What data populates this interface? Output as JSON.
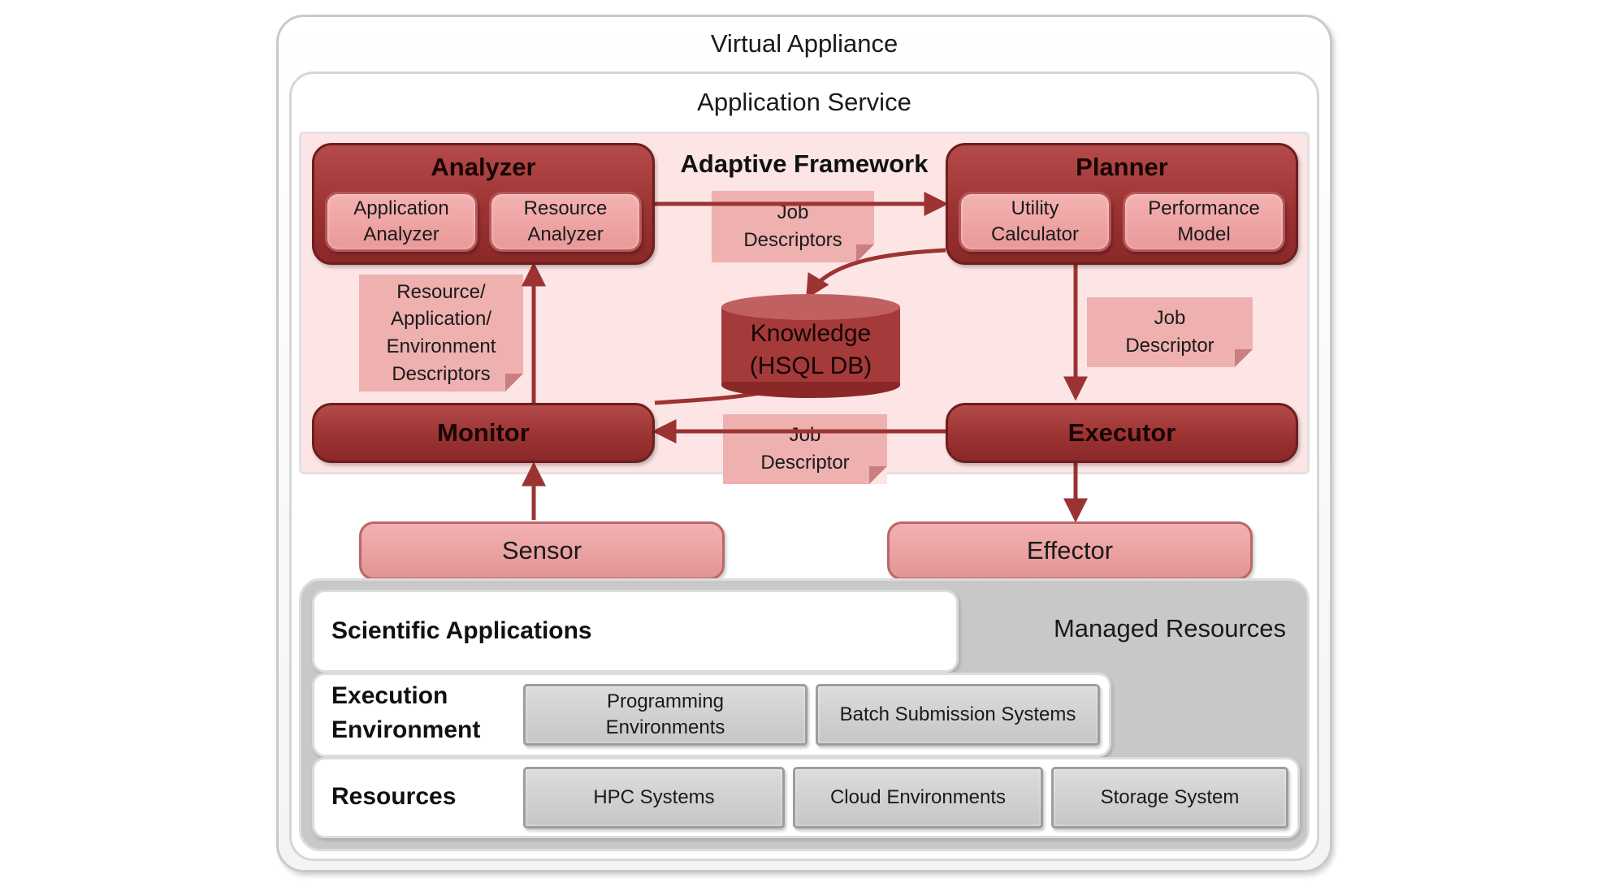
{
  "virtual_appliance": {
    "title": "Virtual Appliance"
  },
  "application_service": {
    "title": "Application Service"
  },
  "adaptive_framework": {
    "title": "Adaptive Framework",
    "analyzer": {
      "title": "Analyzer",
      "subs": [
        "Application Analyzer",
        "Resource Analyzer"
      ]
    },
    "planner": {
      "title": "Planner",
      "subs": [
        "Utility Calculator",
        "Performance Model"
      ]
    },
    "monitor": {
      "title": "Monitor"
    },
    "executor": {
      "title": "Executor"
    },
    "knowledge": {
      "line1": "Knowledge",
      "line2": "(HSQL DB)"
    },
    "notes": {
      "job_descriptors_top": "Job Descriptors",
      "job_descriptor_right": "Job Descriptor",
      "job_descriptor_bottom": "Job Descriptor",
      "resource_descriptors": "Resource/ Application/ Environment Descriptors"
    }
  },
  "sensor": "Sensor",
  "effector": "Effector",
  "managed_resources": {
    "title": "Managed Resources",
    "scientific_applications": "Scientific Applications",
    "execution_environment": {
      "label": "Execution Environment",
      "items": [
        "Programming Environments",
        "Batch Submission Systems"
      ]
    },
    "resources": {
      "label": "Resources",
      "items": [
        "HPC Systems",
        "Cloud Environments",
        "Storage System"
      ]
    }
  },
  "colors": {
    "dark_red": "#9c3333",
    "light_red": "#efb0b0",
    "framework_bg": "#fde5e5",
    "managed_gray": "#c8c8c8",
    "arrow": "#9c3333"
  }
}
